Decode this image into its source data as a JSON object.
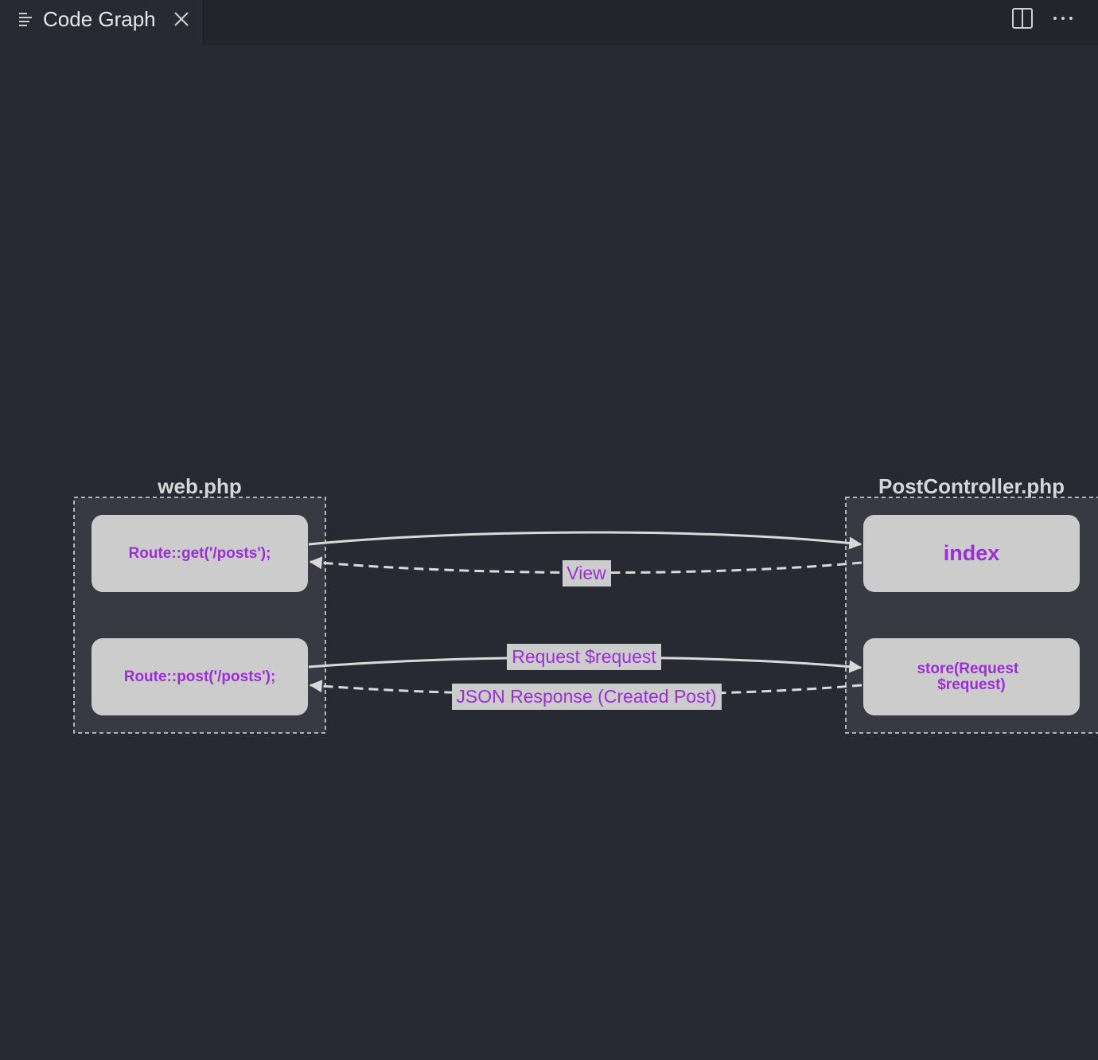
{
  "tab": {
    "title": "Code Graph",
    "menu_icon": "list-lines-icon",
    "close_icon": "close-icon"
  },
  "toolbar": {
    "split_icon": "split-editor-icon",
    "more_icon": "more-actions-icon"
  },
  "colors": {
    "background": "#282a33",
    "tabbar": "#24252b",
    "cluster_fill": "#383a43",
    "node_fill": "#cccccc",
    "node_text": "#9b2fd6",
    "edge": "#d9d9d9"
  },
  "graph": {
    "clusters": [
      {
        "title": "web.php",
        "nodes": [
          "Route::get('/posts');",
          "Route::post('/posts');"
        ]
      },
      {
        "title": "PostController.php",
        "nodes": [
          "index",
          "store(Request\n$request)"
        ]
      }
    ],
    "edges": [
      {
        "from": "Route::get('/posts');",
        "to": "index",
        "label": "",
        "style": "solid"
      },
      {
        "from": "index",
        "to": "Route::get('/posts');",
        "label": "View",
        "style": "dashed"
      },
      {
        "from": "Route::post('/posts');",
        "to": "store(Request $request)",
        "label": "Request $request",
        "style": "solid"
      },
      {
        "from": "store(Request $request)",
        "to": "Route::post('/posts');",
        "label": "JSON Response (Created Post)",
        "style": "dashed"
      }
    ]
  }
}
